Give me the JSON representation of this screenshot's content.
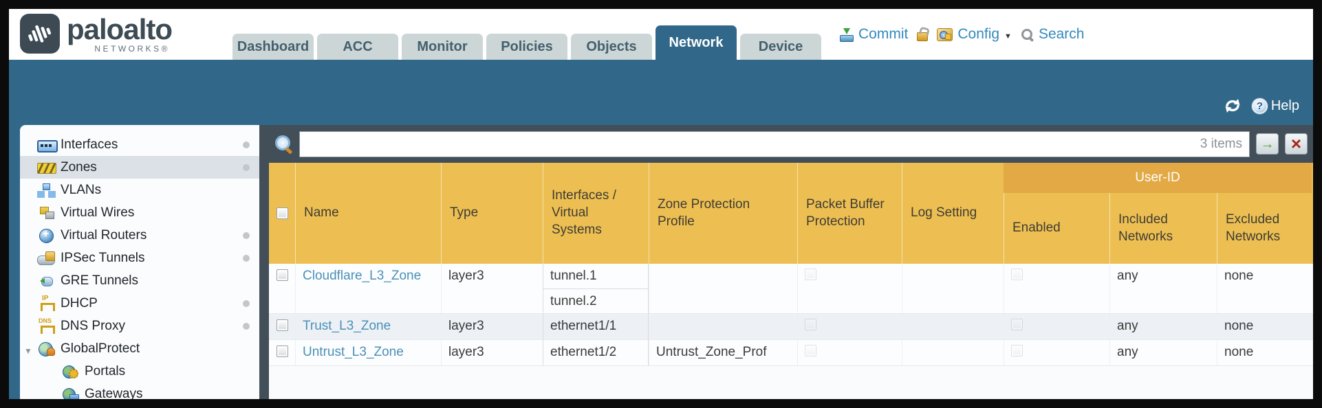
{
  "brand": {
    "name": "paloalto",
    "sub": "NETWORKS®"
  },
  "tabs": [
    {
      "label": "Dashboard",
      "active": false
    },
    {
      "label": "ACC",
      "active": false
    },
    {
      "label": "Monitor",
      "active": false
    },
    {
      "label": "Policies",
      "active": false
    },
    {
      "label": "Objects",
      "active": false
    },
    {
      "label": "Network",
      "active": true
    },
    {
      "label": "Device",
      "active": false
    }
  ],
  "actions": {
    "commit": "Commit",
    "config": "Config",
    "search": "Search"
  },
  "band": {
    "help": "Help"
  },
  "sidebar": {
    "items": [
      {
        "label": "Interfaces",
        "icon": "interfaces-icon",
        "dot": true,
        "selected": false
      },
      {
        "label": "Zones",
        "icon": "zones-icon",
        "dot": true,
        "selected": true
      },
      {
        "label": "VLANs",
        "icon": "vlans-icon",
        "dot": false
      },
      {
        "label": "Virtual Wires",
        "icon": "virtual-wires-icon",
        "dot": false
      },
      {
        "label": "Virtual Routers",
        "icon": "virtual-routers-icon",
        "dot": true
      },
      {
        "label": "IPSec Tunnels",
        "icon": "ipsec-tunnels-icon",
        "dot": true
      },
      {
        "label": "GRE Tunnels",
        "icon": "gre-tunnels-icon",
        "dot": false
      },
      {
        "label": "DHCP",
        "icon": "dhcp-icon",
        "dot": true
      },
      {
        "label": "DNS Proxy",
        "icon": "dns-proxy-icon",
        "dot": true
      },
      {
        "label": "GlobalProtect",
        "icon": "globalprotect-icon",
        "dot": false,
        "expanded": true
      },
      {
        "label": "Portals",
        "icon": "portals-icon",
        "indent": 1
      },
      {
        "label": "Gateways",
        "icon": "gateways-icon",
        "indent": 1
      }
    ]
  },
  "search_bar": {
    "value": "",
    "count": "3 items"
  },
  "table": {
    "group_header": "User-ID",
    "columns": [
      "Name",
      "Type",
      "Interfaces / Virtual Systems",
      "Zone Protection Profile",
      "Packet Buffer Protection",
      "Log Setting",
      "Enabled",
      "Included Networks",
      "Excluded Networks"
    ],
    "rows": [
      {
        "name": "Cloudflare_L3_Zone",
        "type": "layer3",
        "interfaces": [
          "tunnel.1",
          "tunnel.2"
        ],
        "zone_protection_profile": "",
        "log_setting": "",
        "included_networks": "any",
        "excluded_networks": "none"
      },
      {
        "name": "Trust_L3_Zone",
        "type": "layer3",
        "interfaces": [
          "ethernet1/1"
        ],
        "zone_protection_profile": "",
        "log_setting": "",
        "included_networks": "any",
        "excluded_networks": "none"
      },
      {
        "name": "Untrust_L3_Zone",
        "type": "layer3",
        "interfaces": [
          "ethernet1/2"
        ],
        "zone_protection_profile": "Untrust_Zone_Prof",
        "log_setting": "",
        "included_networks": "any",
        "excluded_networks": "none"
      }
    ]
  },
  "colors": {
    "teal": "#31688a",
    "dark_slate": "#424e58",
    "header_gold": "#edbf52",
    "group_gold": "#e2a945",
    "link_blue": "#4a90b8",
    "action_blue": "#3289bd"
  }
}
